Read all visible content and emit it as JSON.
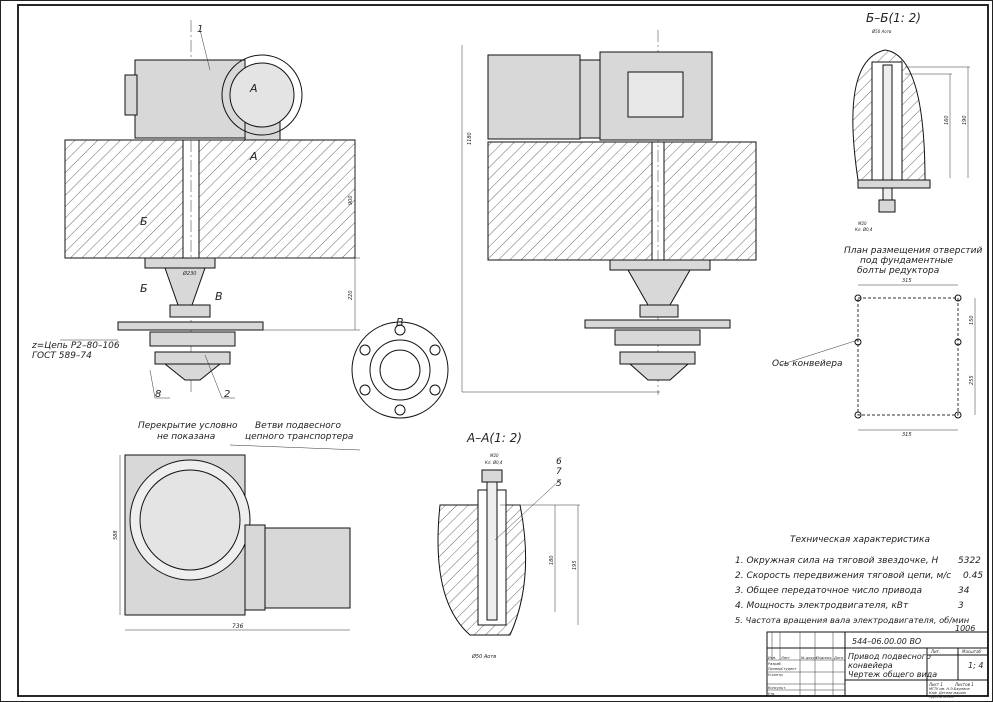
{
  "drawing": {
    "part_labels": {
      "p1": "1",
      "p2": "2",
      "p5": "5",
      "p6": "6",
      "p7": "7",
      "p8": "8"
    },
    "section_marks": {
      "a_top": "А",
      "a_bot": "А",
      "b1": "Б",
      "b2": "Б",
      "v1": "В",
      "v_view": "В"
    },
    "section_titles": {
      "bb": "Б–Б(1: 2)",
      "aa": "А–А(1: 2)"
    },
    "chain_note": {
      "line1": "z=Цепь Р2–80–106",
      "line2": "ГОСТ 589–74"
    },
    "notes": {
      "overlap_1": "Перекрытие условно",
      "overlap_2": "не показана",
      "branches_1": "Ветви подвесного",
      "branches_2": "цепного транспортера",
      "plan_1": "План размещения отверстий",
      "plan_2": "под фундаментные",
      "plan_3": "болты редуктора",
      "axis": "Ось конвейера"
    },
    "dimensions": {
      "d900": "900",
      "d220": "220",
      "d1180": "1180",
      "d736": "736",
      "d588": "588",
      "d230": "Ø230",
      "bb_160": "160",
      "bb_190": "190",
      "bb_top": "Ø50 Аотв",
      "bb_m": "М20",
      "bb_m2": "Кл. Ø0,4",
      "aa_180": "180",
      "aa_195": "195",
      "aa_bot": "Ø50 Аотв",
      "aa_m": "М20",
      "aa_m2": "Кл. Ø0,4",
      "plan_315a": "315",
      "plan_315b": "315",
      "plan_150": "150",
      "plan_255": "255"
    }
  },
  "tech": {
    "title": "Техническая характеристика",
    "rows": [
      {
        "label": "1.  Окружная сила на тяговой звездочке, Н",
        "value": "5322"
      },
      {
        "label": "2.  Скорость передвижения тяговой цепи, м/с",
        "value": "0.45"
      },
      {
        "label": "3.  Общее передаточное число привода",
        "value": "34"
      },
      {
        "label": "4.  Мощность электродвигателя, кВт",
        "value": "3"
      },
      {
        "label": "5.  Частота вращения вала электродвигателя, об/мин",
        "value": "1006"
      }
    ]
  },
  "title_block": {
    "code": "544–06.00.00  ВО",
    "name1": "Привод подвесного",
    "name2": "конвейера",
    "name3": "Чертеж общего вида",
    "lit": "Лит.",
    "mass": "Масштаб",
    "scale": "1; 4",
    "sheet": "Лист  1",
    "sheets": "Листов  1",
    "org1": "МГТУ им. Н.Э.Баумана",
    "org2": "Каф. Детали машин",
    "org3": "Группа ЭН-83",
    "rows": {
      "izm": "Изм.",
      "list": "Лист",
      "doc": "№ докум.",
      "sign": "Подпись",
      "date": "Дата",
      "razrab": "Разраб.",
      "prov": "Провер.",
      "nkontr": "Н.контр.",
      "utv": "Утв.",
      "konsult": "Консульт.",
      "student": "Студент"
    }
  }
}
